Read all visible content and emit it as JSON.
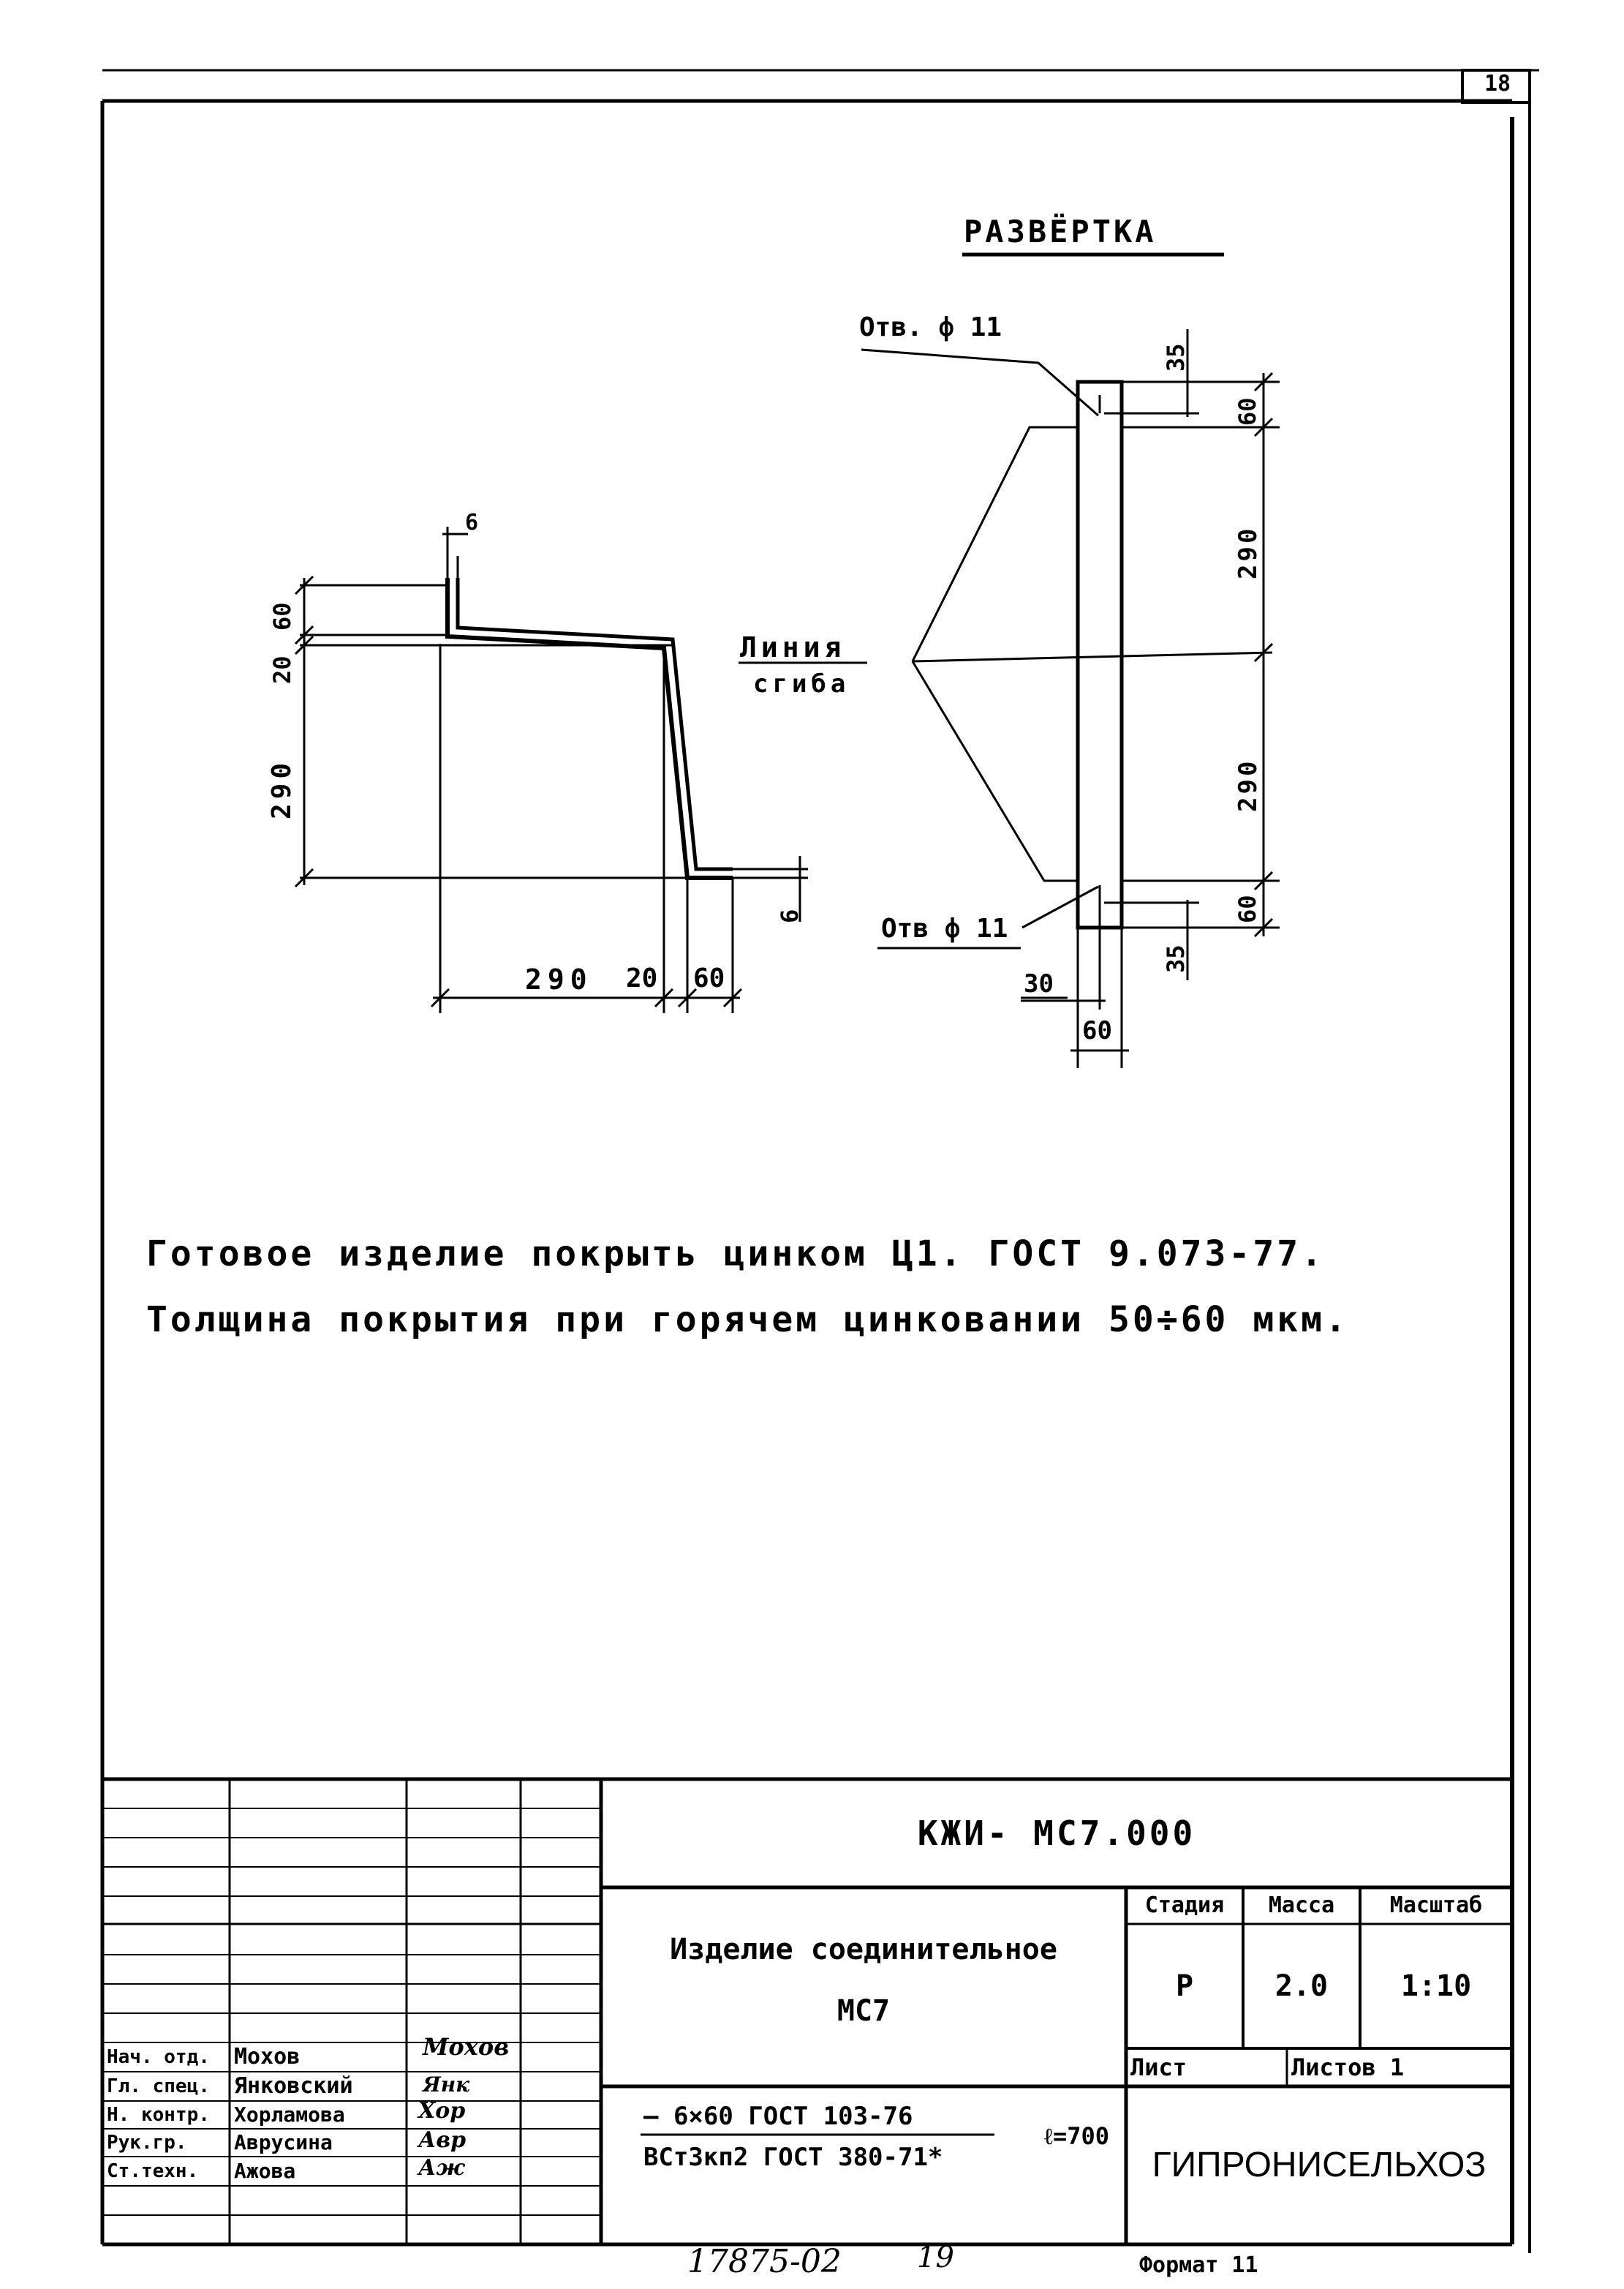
{
  "sheet": {
    "number": "18",
    "format_label": "Формат 11",
    "archive_number": "17875-02",
    "archive_page": "19"
  },
  "drawing": {
    "title": "РАЗВЁРТКА",
    "hole_top_label": "Отв. ф 11",
    "hole_bottom_label": "Отв ф 11",
    "bend_line_label_1": "Линия",
    "bend_line_label_2": "сгиба",
    "profile_dims": {
      "thickness_top": "6",
      "left_60": "60",
      "left_20": "20",
      "left_290": "290",
      "bottom_290": "290",
      "bottom_20": "20",
      "bottom_60": "60",
      "thickness_right": "6"
    },
    "flat_dims": {
      "top_35": "35",
      "top_60": "60",
      "upper_290": "290",
      "lower_290": "290",
      "bottom_60": "60",
      "bottom_35": "35",
      "edge_30": "30",
      "width_60": "60"
    }
  },
  "notes": {
    "line1": "Готовое изделие покрыть цинком Ц1. ГОСТ 9.073-77.",
    "line2": "Толщина покрытия при горячем цинковании 50÷60 мкм."
  },
  "title_block": {
    "doc_code": "КЖИ- МС7.000",
    "product_name_1": "Изделие соединительное",
    "product_name_2": "МС7",
    "stage_header": "Стадия",
    "mass_header": "Масса",
    "scale_header": "Масштаб",
    "stage_value": "Р",
    "mass_value": "2.0",
    "scale_value": "1:10",
    "sheet_label": "Лист",
    "sheets_label": "Листов 1",
    "material_1": "— 6×60 ГОСТ 103-76",
    "material_2": "ВСт3кп2 ГОСТ 380-71*",
    "material_length": "ℓ=700",
    "organization": "ГИПРОНИСЕЛЬХОЗ",
    "signatures": [
      {
        "role": "Нач. отд.",
        "name": "Мохов",
        "sign": "Мохов"
      },
      {
        "role": "Гл. спец.",
        "name": "Янковский",
        "sign": "Янк"
      },
      {
        "role": "Н. контр.",
        "name": "Хорламова",
        "sign": "Хор"
      },
      {
        "role": "Рук.гр.",
        "name": "Аврусина",
        "sign": "Авр"
      },
      {
        "role": "Ст.техн.",
        "name": "Ажова",
        "sign": "Аж"
      }
    ]
  }
}
